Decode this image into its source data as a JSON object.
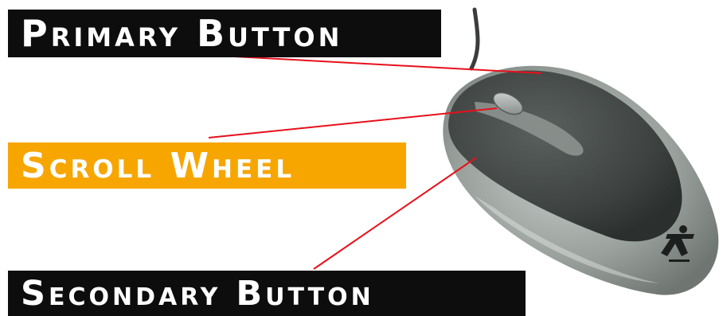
{
  "colors": {
    "label_dark": "#0d0d0d",
    "label_accent": "#f7a600",
    "label_text": "#ffffff",
    "pointer_line": "#e8101a",
    "mouse_body": "#3d4240",
    "mouse_shell": "#9aa19d",
    "background": "#ffffff"
  },
  "labels": {
    "primary_button": "Primary Button",
    "scroll_wheel": "Scroll Wheel",
    "secondary_button": "Secondary Button"
  },
  "mouse": {
    "logo_icon": "running-figure-logo-icon"
  }
}
